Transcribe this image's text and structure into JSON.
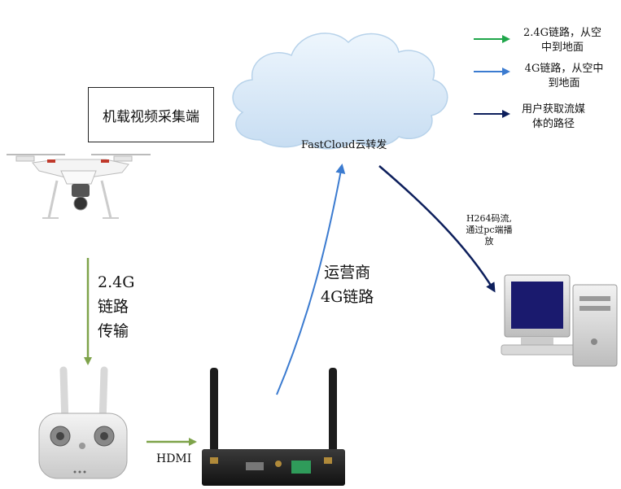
{
  "airborne_box": {
    "label": "机载视频采集端"
  },
  "cloud": {
    "label": "FastCloud云转发"
  },
  "link_24g": {
    "line1": "2.4G",
    "line2": "链路",
    "line3": "传输"
  },
  "link_4g": {
    "line1": "运营商",
    "line2": "4G链路"
  },
  "hdmi": {
    "label": "HDMI"
  },
  "stream": {
    "line1": "H264码流,",
    "line2": "通过pc端播",
    "line3": "放"
  },
  "legend": {
    "items": [
      {
        "line1": "2.4G链路，从空",
        "line2": "中到地面",
        "color": "#1fa64a"
      },
      {
        "line1": "4G链路，从空中",
        "line2": "到地面",
        "color": "#3b7bd0"
      },
      {
        "line1": "用户获取流媒",
        "line2": "体的路径",
        "color": "#0d1f5c"
      }
    ]
  },
  "colors": {
    "green_arrow": "#7ea34a",
    "blue_arrow": "#3b7bd0",
    "navy_arrow": "#0d1f5c",
    "cloud_fill": "#d7e8f7"
  }
}
